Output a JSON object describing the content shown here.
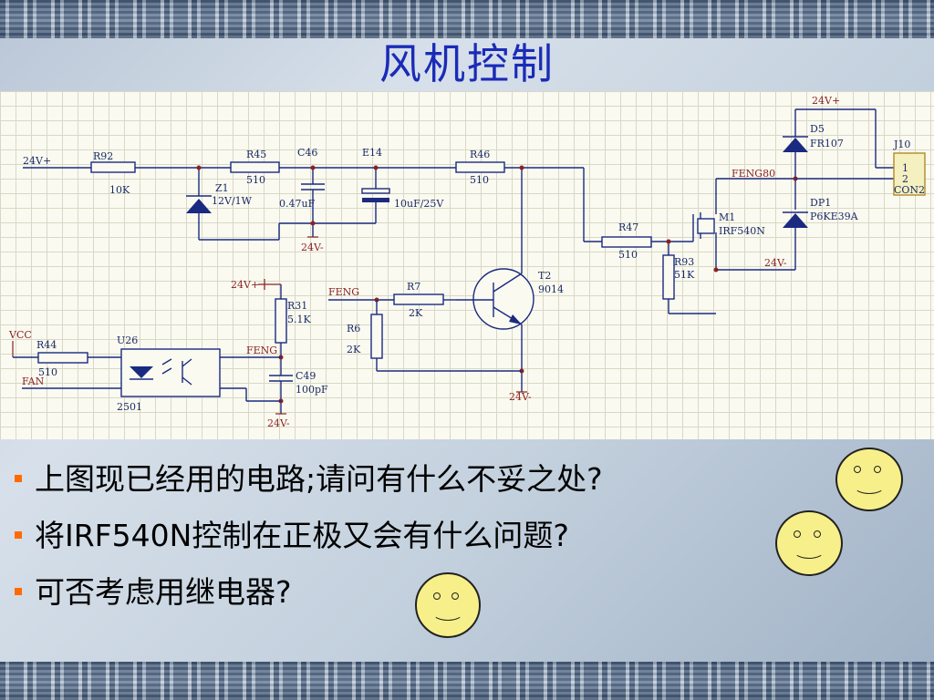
{
  "slide": {
    "title": "风机控制"
  },
  "schematic": {
    "components": {
      "r92": {
        "ref": "R92",
        "value": "10K"
      },
      "r45": {
        "ref": "R45",
        "value": "510"
      },
      "c46": {
        "ref": "C46",
        "value": "0.47uF"
      },
      "e14": {
        "ref": "E14",
        "value": "10uF/25V"
      },
      "r46": {
        "ref": "R46",
        "value": "510"
      },
      "z1": {
        "ref": "Z1",
        "value": "12V/1W"
      },
      "r47": {
        "ref": "R47",
        "value": "510"
      },
      "m1": {
        "ref": "M1",
        "value": "IRF540N"
      },
      "r93": {
        "ref": "R93",
        "value": "51K"
      },
      "d5": {
        "ref": "D5",
        "value": "FR107"
      },
      "dp1": {
        "ref": "DP1",
        "value": "P6KE39A"
      },
      "j10": {
        "ref": "J10",
        "value": "CON2",
        "pin1": "1",
        "pin2": "2"
      },
      "r31": {
        "ref": "R31",
        "value": "5.1K"
      },
      "c49": {
        "ref": "C49",
        "value": "100pF"
      },
      "r7": {
        "ref": "R7",
        "value": "2K"
      },
      "r6": {
        "ref": "R6",
        "value": "2K"
      },
      "t2": {
        "ref": "T2",
        "value": "9014"
      },
      "u26": {
        "ref": "U26",
        "value": "2501"
      },
      "r44": {
        "ref": "R44",
        "value": "510"
      }
    },
    "nets": {
      "v24_plus": "24V+",
      "v24_minus": "24V-",
      "feng80": "FENG80",
      "feng": "FENG",
      "vcc": "VCC",
      "fan": "FAN"
    }
  },
  "bullets": [
    {
      "text": "上图现已经用的电路;请问有什么不妥之处?"
    },
    {
      "text": "将IRF540N控制在正极又会有什么问题?"
    },
    {
      "text": "可否考虑用继电器?"
    }
  ],
  "colors": {
    "title": "#1a2bb8",
    "bullet_marker": "#ff6a00",
    "smiley_fill": "#f7f08a",
    "schematic_line": "#1a2a80",
    "schematic_rail": "#8a2222"
  },
  "icons": [
    "smiley-face-icon"
  ]
}
